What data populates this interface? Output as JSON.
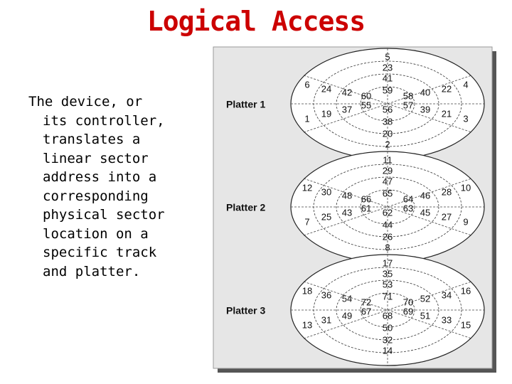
{
  "title": "Logical Access",
  "body_lines": [
    "The device, or",
    "its controller,",
    "translates a",
    "linear sector",
    "address into a",
    "corresponding",
    "physical sector",
    "location on a",
    "specific track",
    "and platter."
  ],
  "platters": [
    {
      "label": "Platter 1",
      "top_column": [
        "5",
        "23",
        "41"
      ],
      "bottom_column": [
        "20",
        "2"
      ],
      "inner_left": [
        [
          "60",
          "55"
        ]
      ],
      "center_column": [
        "59",
        "56",
        "38"
      ],
      "inner_right": [
        [
          "58",
          "57"
        ]
      ],
      "ring_left": [
        [
          "42",
          "37"
        ],
        [
          "24",
          "19"
        ],
        [
          "6",
          "1"
        ]
      ],
      "ring_right": [
        [
          "40",
          "39"
        ],
        [
          "22",
          "21"
        ],
        [
          "4",
          "3"
        ]
      ]
    },
    {
      "label": "Platter 2",
      "top_column": [
        "11",
        "29",
        "47"
      ],
      "bottom_column": [
        "26",
        "8"
      ],
      "inner_left": [
        [
          "66",
          "61"
        ]
      ],
      "center_column": [
        "65",
        "62",
        "44"
      ],
      "inner_right": [
        [
          "64",
          "63"
        ]
      ],
      "ring_left": [
        [
          "48",
          "43"
        ],
        [
          "30",
          "25"
        ],
        [
          "12",
          "7"
        ]
      ],
      "ring_right": [
        [
          "46",
          "45"
        ],
        [
          "28",
          "27"
        ],
        [
          "10",
          "9"
        ]
      ]
    },
    {
      "label": "Platter 3",
      "top_column": [
        "17",
        "35",
        "53"
      ],
      "bottom_column": [
        "32",
        "14"
      ],
      "inner_left": [
        [
          "72",
          "67"
        ]
      ],
      "center_column": [
        "71",
        "68",
        "50"
      ],
      "inner_right": [
        [
          "70",
          "69"
        ]
      ],
      "ring_left": [
        [
          "54",
          "49"
        ],
        [
          "36",
          "31"
        ],
        [
          "18",
          "13"
        ]
      ],
      "ring_right": [
        [
          "52",
          "51"
        ],
        [
          "34",
          "33"
        ],
        [
          "16",
          "15"
        ]
      ]
    }
  ]
}
